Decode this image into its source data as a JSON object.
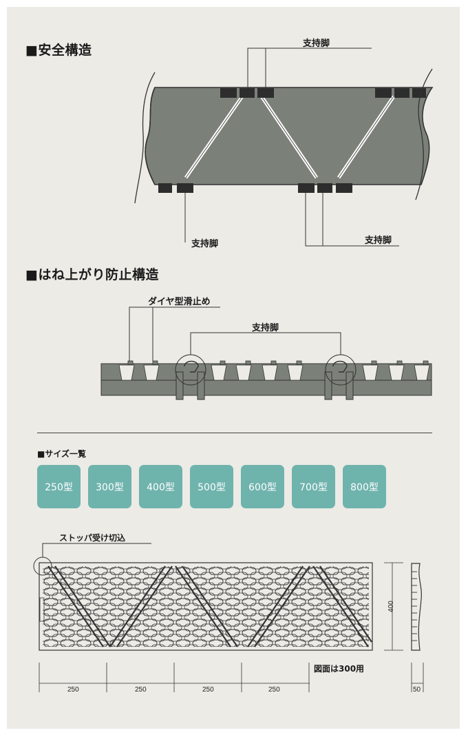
{
  "safety": {
    "title": "■安全構造",
    "leg_label_top": "支持脚",
    "leg_label_bottom_left": "支持脚",
    "leg_label_bottom_right": "支持脚"
  },
  "antibounce": {
    "title": "■はね上がり防止構造",
    "diamond_label": "ダイヤ型滑止め",
    "leg_label": "支持脚"
  },
  "sizes": {
    "title": "■サイズ一覧",
    "items": [
      "250型",
      "300型",
      "400型",
      "500型",
      "600型",
      "700型",
      "800型"
    ]
  },
  "drawing": {
    "stopper_label": "ストッパ受け切込",
    "note": "図面は300用",
    "dim_height": "400",
    "dim_side": "50",
    "dims_bottom": [
      "250",
      "250",
      "250",
      "250"
    ]
  },
  "colors": {
    "panel_bg": "#ecebe6",
    "grating_fill": "#7b8179",
    "accent": "#6fb3ad"
  }
}
